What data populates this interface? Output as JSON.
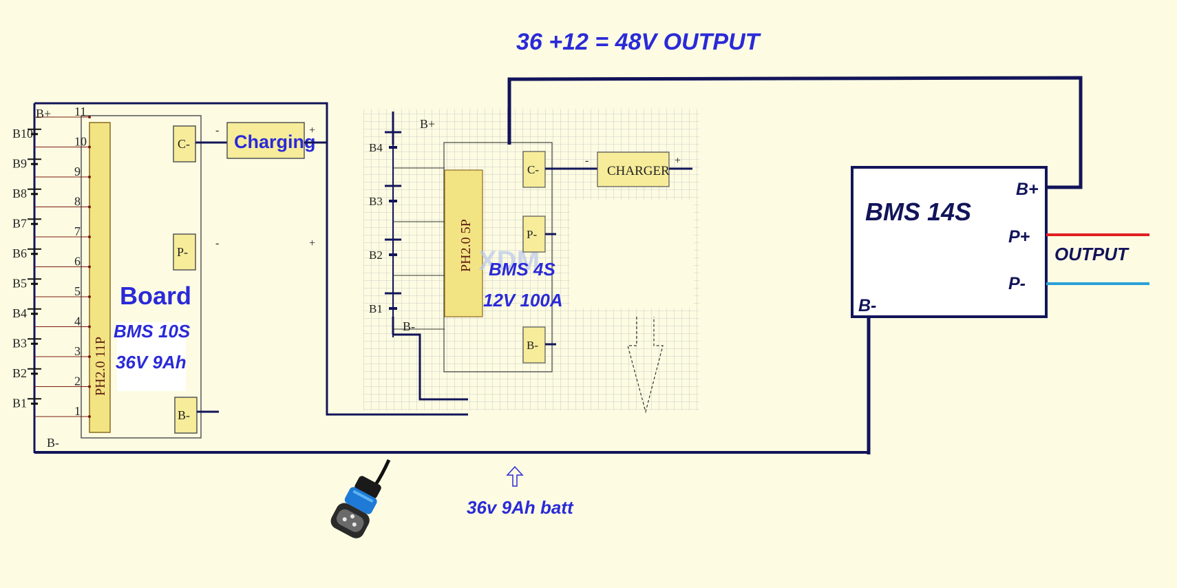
{
  "title": "36 +12 = 48V OUTPUT",
  "bms10": {
    "top_label": "B+",
    "bottom_label": "B-",
    "cells": [
      "B10",
      "B9",
      "B8",
      "B7",
      "B6",
      "B5",
      "B4",
      "B3",
      "B2",
      "B1"
    ],
    "pin_numbers": [
      "11",
      "10",
      "9",
      "8",
      "7",
      "6",
      "5",
      "4",
      "3",
      "2",
      "1"
    ],
    "connector": "PH2.0 11P",
    "board_label": "Board",
    "name": "BMS 10S",
    "spec": "36V 9Ah",
    "pad_c": "C-",
    "pad_p": "P-",
    "pad_b": "B-",
    "charging_label": "Charging",
    "minus": "-",
    "plus": "+"
  },
  "bms4": {
    "top_label": "B+",
    "bottom_label": "B-",
    "cells": [
      "B4",
      "B3",
      "B2",
      "B1"
    ],
    "connector": "PH2.0 5P",
    "name": "BMS 4S",
    "spec": "12V 100A",
    "pad_c": "C-",
    "pad_p": "P-",
    "pad_b": "B-",
    "charger_label": "CHARGER",
    "minus": "-",
    "plus": "+",
    "watermark": "XDM"
  },
  "bms14": {
    "name": "BMS 14S",
    "b_plus": "B+",
    "p_plus": "P+",
    "p_minus": "P-",
    "b_minus": "B-",
    "output_label": "OUTPUT"
  },
  "batt_label": "36v 9Ah batt",
  "colors": {
    "background": "#fdfce2",
    "wire": "#12145a",
    "label_blue": "#2a2ad8",
    "pad_fill": "#f6ec9a",
    "connector_fill": "#f3e483",
    "output_positive": "#e02020",
    "output_negative": "#2aa0d8"
  }
}
